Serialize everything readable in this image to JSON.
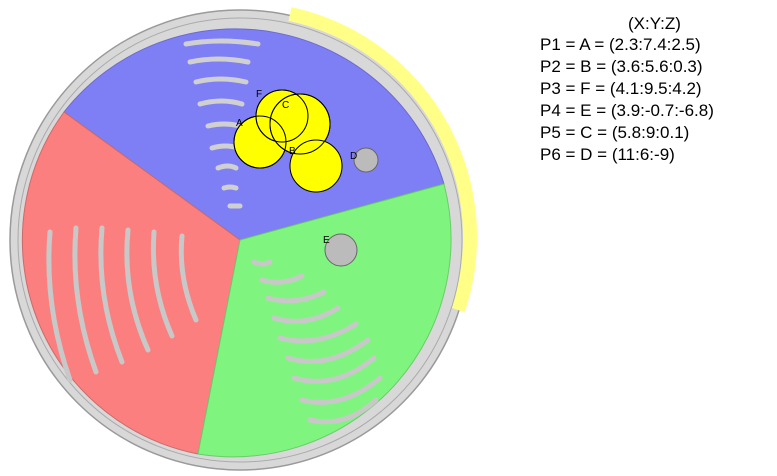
{
  "legend": {
    "title": "(X:Y:Z)",
    "rows": [
      "P1 = A = (2.3:7.4:2.5)",
      "P2 = B = (3.6:5.6:0.3)",
      "P3 = F = (4.1:9.5:4.2)",
      "P4 = E = (3.9:-0.7:-6.8)",
      "P5 = C = (5.8:9:0.1)",
      "P6 = D = (11:6:-9)"
    ]
  },
  "points": [
    {
      "label": "A",
      "color": "#ffff00"
    },
    {
      "label": "B",
      "color": "#ffff00"
    },
    {
      "label": "F",
      "color": "#ffff00"
    },
    {
      "label": "C",
      "color": "#ffff00"
    },
    {
      "label": "D",
      "color": "#bbbbbb"
    },
    {
      "label": "E",
      "color": "#bbbbbb"
    }
  ],
  "colors": {
    "sector_top": "#7f7ff5",
    "sector_left": "#fb7f7f",
    "sector_right": "#7ff57f",
    "rim": "#d8d8d8",
    "rim_highlight": "#ffff88",
    "stripe": "#c8c8c8"
  }
}
